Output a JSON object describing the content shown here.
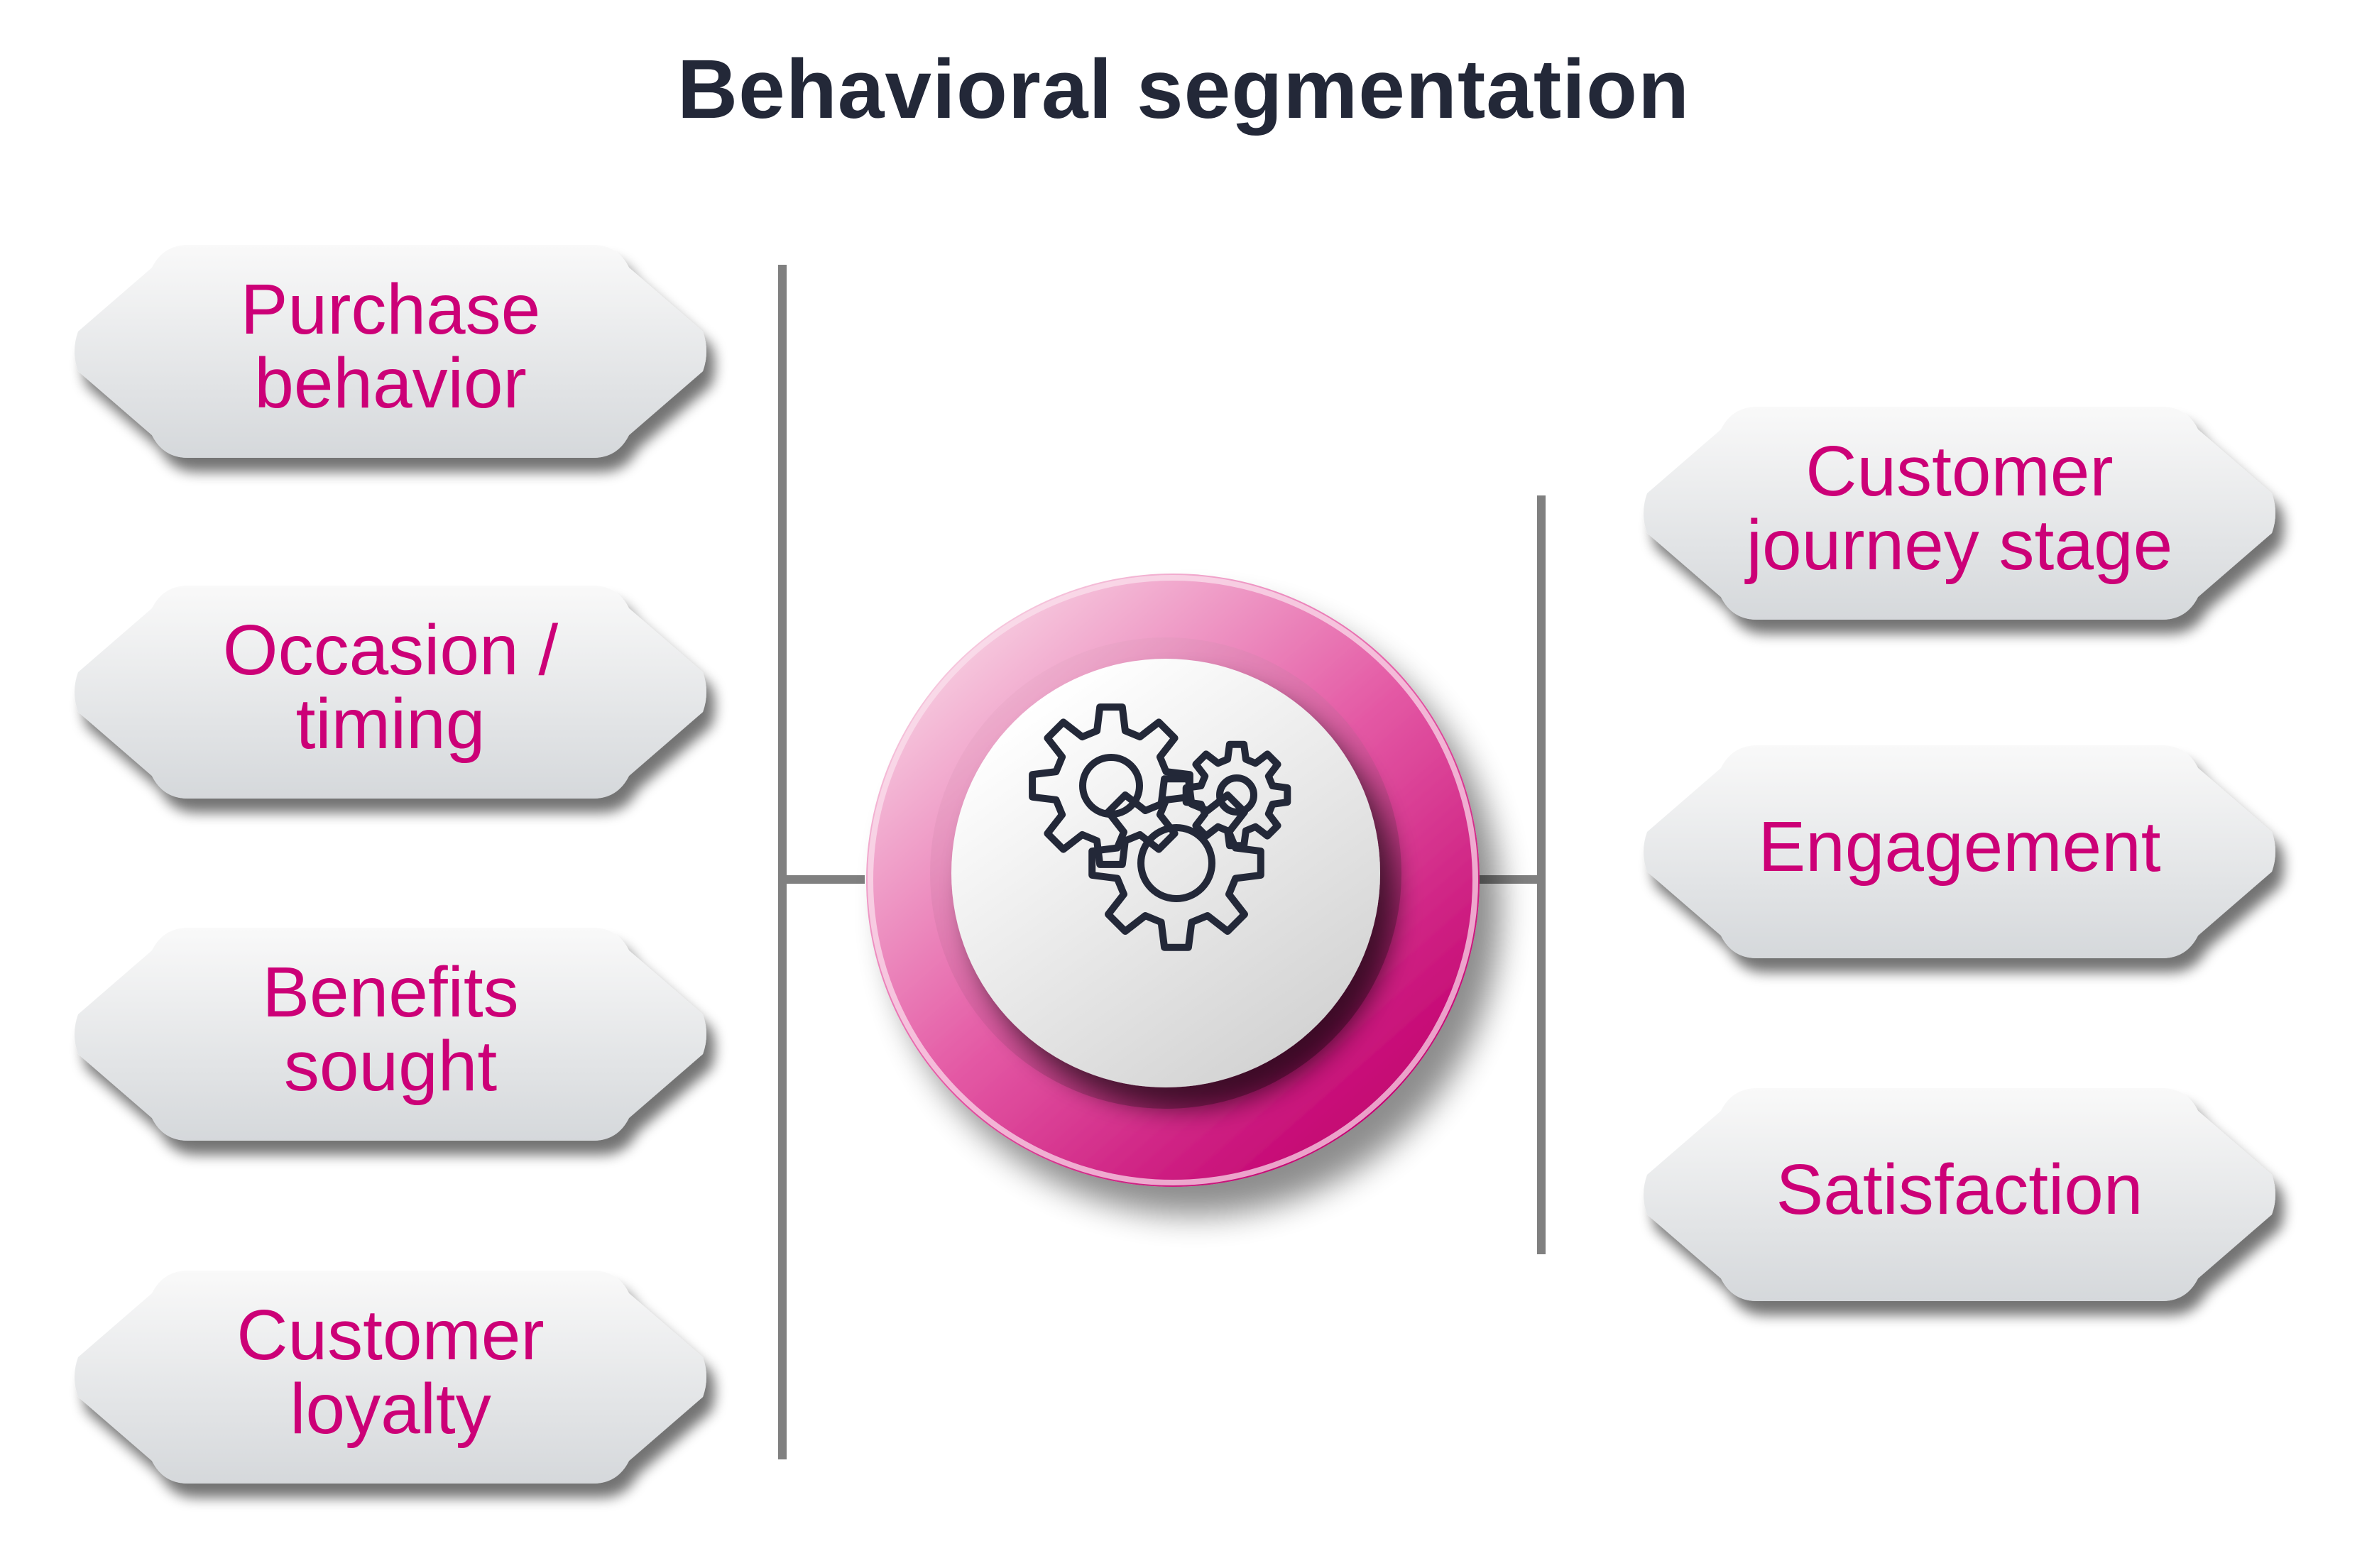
{
  "title": "Behavioral segmentation",
  "colors": {
    "title": "#232838",
    "label": "#CC0077",
    "accent": "#D81B83",
    "connector": "#808080",
    "icon_stroke": "#232838"
  },
  "center": {
    "icon": "gears-icon",
    "description": "Three interlocking gears inside a magenta ring"
  },
  "left_segments": [
    {
      "label": "Purchase\nbehavior"
    },
    {
      "label": "Occasion /\ntiming"
    },
    {
      "label": "Benefits\nsought"
    },
    {
      "label": "Customer\nloyalty"
    }
  ],
  "right_segments": [
    {
      "label": "Customer\njourney stage"
    },
    {
      "label": "Engagement"
    },
    {
      "label": "Satisfaction"
    }
  ]
}
